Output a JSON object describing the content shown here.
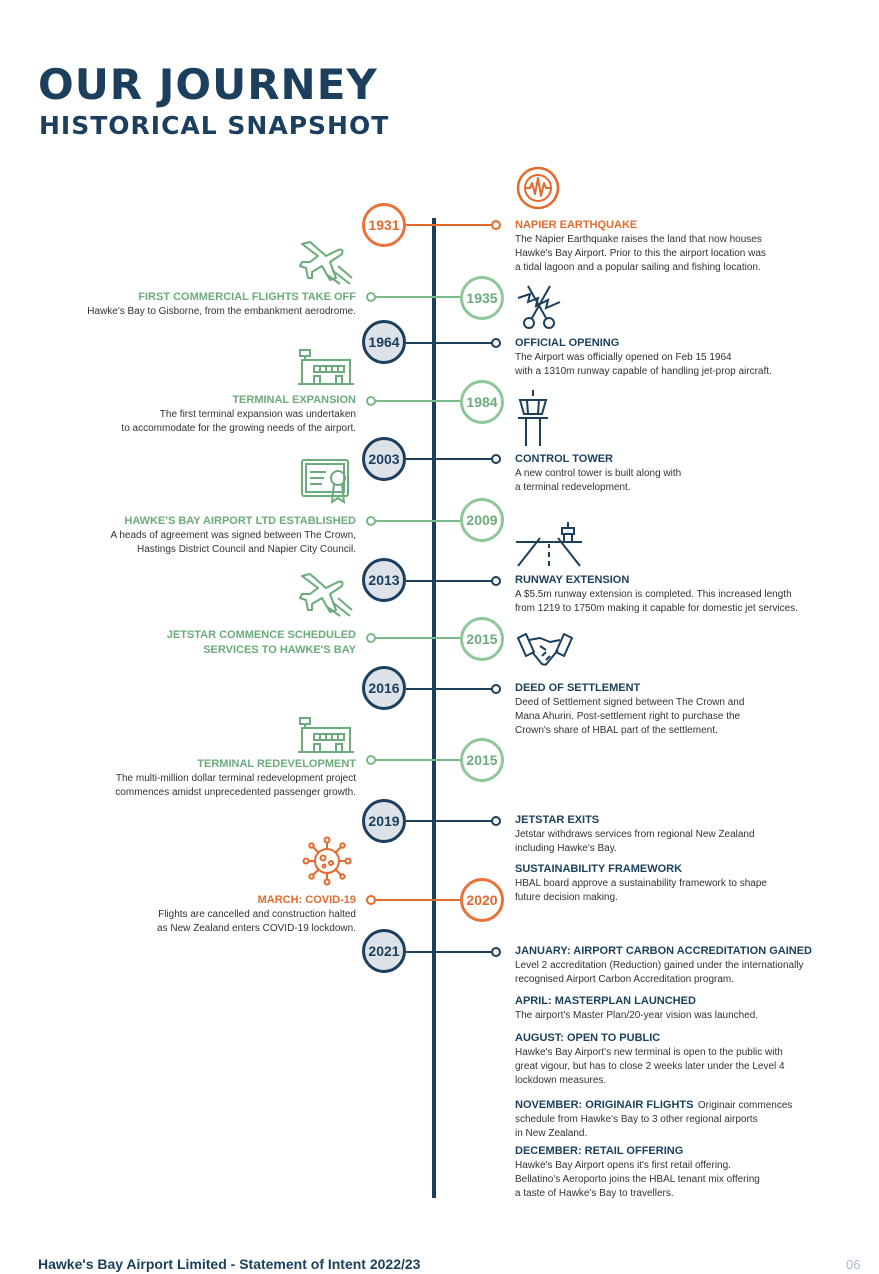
{
  "title": "OUR JOURNEY",
  "subtitle": "HISTORICAL SNAPSHOT",
  "colors": {
    "navy": "#1b3f5c",
    "green": "#6cab7b",
    "orange": "#e36a2d"
  },
  "badges": {
    "b1931": "1931",
    "b1935": "1935",
    "b1964": "1964",
    "b1984": "1984",
    "b2003": "2003",
    "b2009": "2009",
    "b2013": "2013",
    "b2015a": "2015",
    "b2016": "2016",
    "b2015b": "2015",
    "b2019": "2019",
    "b2020": "2020",
    "b2021": "2021"
  },
  "events": {
    "napier": {
      "heading": "NAPIER EARTHQUAKE",
      "lines": [
        "The Napier Earthquake raises the land that now houses",
        "Hawke's Bay Airport. Prior to this the airport location was",
        "a tidal lagoon and a popular sailing and fishing location."
      ]
    },
    "firstflights": {
      "heading": "FIRST COMMERCIAL FLIGHTS TAKE OFF",
      "lines": [
        "Hawke's Bay to Gisborne, from the embankment aerodrome."
      ]
    },
    "opening": {
      "heading": "OFFICIAL OPENING",
      "lines": [
        "The Airport was officially opened on Feb 15 1964",
        "with a 1310m runway capable of handling jet-prop aircraft."
      ]
    },
    "terminal": {
      "heading": "TERMINAL EXPANSION",
      "lines": [
        "The first terminal expansion was undertaken",
        "to accommodate for the growing needs of the airport."
      ]
    },
    "tower": {
      "heading": "CONTROL TOWER",
      "lines": [
        "A new control tower is built along with",
        "a terminal redevelopment."
      ]
    },
    "hbal": {
      "heading": "HAWKE'S BAY AIRPORT LTD ESTABLISHED",
      "lines": [
        "A heads of agreement was signed between The Crown,",
        "Hastings District Council and Napier City Council."
      ]
    },
    "runway": {
      "heading": "RUNWAY EXTENSION",
      "lines": [
        "A $5.5m runway extension is completed. This increased length",
        "from 1219 to 1750m making it capable for domestic jet services."
      ]
    },
    "jetstar": {
      "heading1": "JETSTAR COMMENCE SCHEDULED",
      "heading2": "SERVICES TO HAWKE'S BAY"
    },
    "deed": {
      "heading": "DEED OF SETTLEMENT",
      "lines": [
        "Deed of Settlement signed between The Crown and",
        "Mana Ahuriri. Post-settlement right to purchase the",
        "Crown's share of HBAL part of the settlement."
      ]
    },
    "redevelop": {
      "heading": "TERMINAL REDEVELOPMENT",
      "lines": [
        "The multi-million dollar terminal redevelopment project",
        "commences amidst unprecedented passenger growth."
      ]
    },
    "jetexit": {
      "heading": "JETSTAR EXITS",
      "lines": [
        "Jetstar withdraws services from regional New Zealand",
        "including Hawke's Bay."
      ]
    },
    "sustain": {
      "heading": "SUSTAINABILITY FRAMEWORK",
      "lines": [
        "HBAL board approve a sustainability framework to shape",
        "future decision making."
      ]
    },
    "covid": {
      "heading": "MARCH: COVID-19",
      "lines": [
        "Flights are cancelled and construction halted",
        "as New Zealand enters COVID-19 lockdown."
      ]
    },
    "carbon": {
      "heading": "JANUARY: AIRPORT CARBON ACCREDITATION GAINED",
      "lines": [
        "Level 2 accreditation (Reduction) gained under the internationally",
        "recognised Airport Carbon Accreditation program."
      ]
    },
    "masterplan": {
      "heading": "APRIL: MASTERPLAN LAUNCHED",
      "lines": [
        "The airport's Master Plan/20-year vision was launched."
      ]
    },
    "opentopublic": {
      "heading": "AUGUST: OPEN TO PUBLIC",
      "lines": [
        "Hawke's Bay Airport's new terminal is open to the public with",
        "great vigour, but has to close 2 weeks later under the Level 4",
        "lockdown measures."
      ]
    },
    "originair": {
      "heading": "NOVEMBER: ORIGINAIR FLIGHTS",
      "first": "Originair commences",
      "lines": [
        "schedule from Hawke's Bay to 3 other regional airports",
        "in New Zealand."
      ]
    },
    "retail": {
      "heading": "DECEMBER: RETAIL OFFERING",
      "lines": [
        "Hawke's Bay Airport opens it's first retail offering.",
        "Bellatino's Aeroporto joins the HBAL tenant mix offering",
        "a taste of Hawke's Bay to travellers."
      ]
    }
  },
  "footer": "Hawke's Bay Airport Limited - Statement of Intent 2022/23",
  "page_number": "06"
}
